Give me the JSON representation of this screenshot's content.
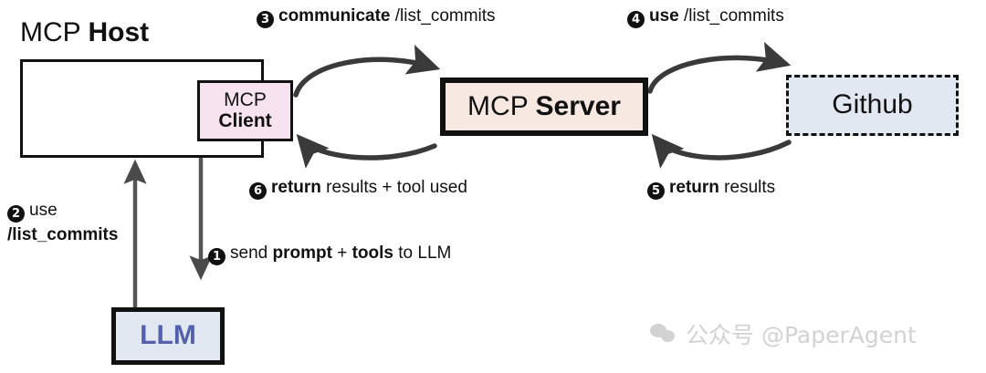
{
  "diagram": {
    "title": {
      "regular": "MCP ",
      "bold": "Host"
    },
    "nodes": {
      "host": {
        "name": "MCP Host",
        "fill": "#ffffff",
        "border": "#111111"
      },
      "client": {
        "line1": "MCP",
        "line2": "Client",
        "fill": "#f6e3ef",
        "border": "#111111"
      },
      "server": {
        "regular": "MCP ",
        "bold": "Server",
        "fill": "#f7e8e2",
        "border": "#111111"
      },
      "github": {
        "label": "Github",
        "fill": "#e2e8f2",
        "border": "#111111",
        "border_style": "dashed"
      },
      "llm": {
        "label": "LLM",
        "fill": "#e2e8f2",
        "border": "#111111",
        "text_color": "#5260ad"
      }
    },
    "steps": [
      {
        "num": "1",
        "glyph": "❶",
        "prefix": "send ",
        "bold1": "prompt",
        "mid": " + ",
        "bold2": "tools",
        "suffix": " to LLM"
      },
      {
        "num": "2",
        "glyph": "❷",
        "prefix": "use",
        "bold1": "/list_commits"
      },
      {
        "num": "3",
        "glyph": "❸",
        "bold1": "communicate",
        "suffix": " /list_commits"
      },
      {
        "num": "4",
        "glyph": "❹",
        "bold1": "use",
        "suffix": " /list_commits"
      },
      {
        "num": "5",
        "glyph": "❺",
        "bold1": "return",
        "suffix": " results"
      },
      {
        "num": "6",
        "glyph": "❻",
        "bold1": "return",
        "suffix": " results + tool used"
      }
    ],
    "watermark": {
      "text": "公众号 @PaperAgent",
      "icon": "wechat-icon",
      "color": "#d2d2d2"
    }
  }
}
